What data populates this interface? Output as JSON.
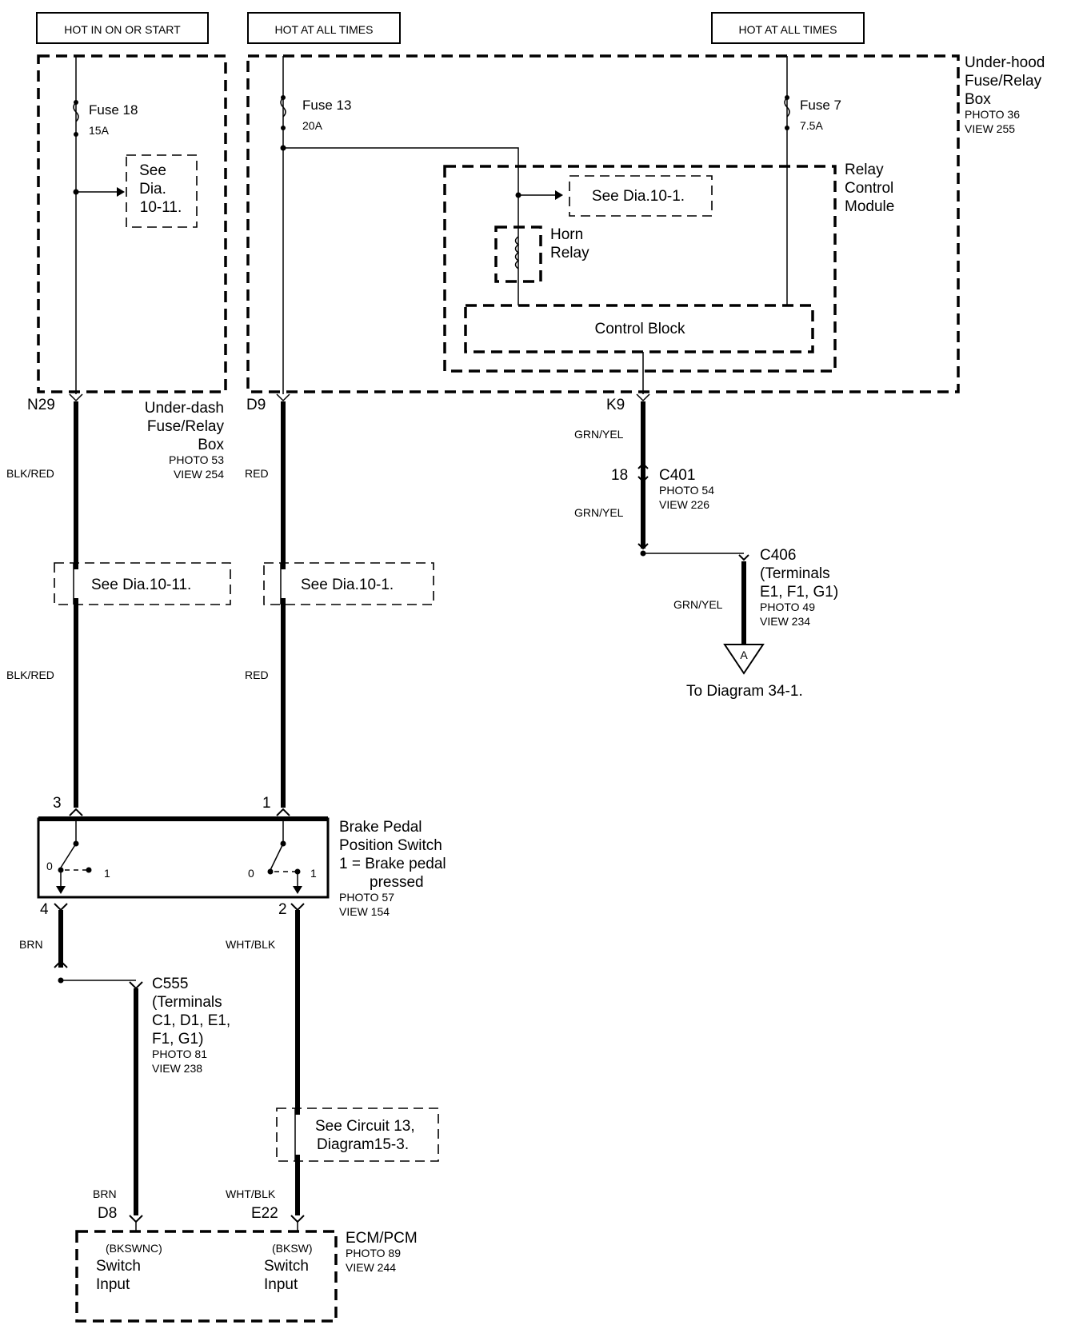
{
  "headers": {
    "hot_run_start": "HOT IN ON OR START",
    "hot_always_1": "HOT AT ALL TIMES",
    "hot_always_2": "HOT AT ALL TIMES"
  },
  "underhood_box": {
    "title_1": "Under-hood",
    "title_2": "Fuse/Relay",
    "title_3": "Box",
    "photo": "PHOTO 36",
    "view": "VIEW 255"
  },
  "fuse18": {
    "name": "Fuse 18",
    "rating": "15A"
  },
  "fuse13": {
    "name": "Fuse 13",
    "rating": "20A"
  },
  "fuse7": {
    "name": "Fuse 7",
    "rating": "7.5A"
  },
  "see_dia_10_11_top": {
    "line1": "See",
    "line2": "Dia.",
    "line3": "10-11."
  },
  "see_dia_10_1_top": "See Dia.10-1.",
  "relay_module": {
    "line1": "Relay",
    "line2": "Control",
    "line3": "Module"
  },
  "horn_relay": {
    "line1": "Horn",
    "line2": "Relay"
  },
  "control_block": "Control Block",
  "underdash_box": {
    "line1": "Under-dash",
    "line2": "Fuse/Relay",
    "line3": "Box",
    "photo": "PHOTO 53",
    "view": "VIEW 254"
  },
  "terminals": {
    "n29": "N29",
    "d9": "D9",
    "k9": "K9"
  },
  "wires": {
    "blk_red_1": "BLK/RED",
    "red_1": "RED",
    "blk_red_2": "BLK/RED",
    "red_2": "RED",
    "grn_yel_1": "GRN/YEL",
    "grn_yel_2": "GRN/YEL",
    "grn_yel_3": "GRN/YEL",
    "brn_1": "BRN",
    "wht_blk_1": "WHT/BLK",
    "brn_2": "BRN",
    "wht_blk_2": "WHT/BLK"
  },
  "c401": {
    "pin": "18",
    "name": "C401",
    "photo": "PHOTO 54",
    "view": "VIEW 226"
  },
  "c406": {
    "name": "C406",
    "line2": "(Terminals",
    "line3": "E1, F1, G1)",
    "photo": "PHOTO 49",
    "view": "VIEW 234"
  },
  "ref_a": {
    "letter": "A",
    "label": "To  Diagram  34-1."
  },
  "see_dia_10_11_mid": "See Dia.10-11.",
  "see_dia_10_1_mid": "See Dia.10-1.",
  "brake_switch": {
    "pin3": "3",
    "pin1": "1",
    "pin4": "4",
    "pin2": "2",
    "pos0a": "0",
    "pos1a": "1",
    "pos0b": "0",
    "pos1b": "1",
    "line1": "Brake Pedal",
    "line2": "Position Switch",
    "line3": "1 = Brake pedal",
    "line4": "pressed",
    "photo": "PHOTO 57",
    "view": "VIEW 154"
  },
  "c555": {
    "name": "C555",
    "line2": "(Terminals",
    "line3": "C1, D1, E1,",
    "line4": "F1, G1)",
    "photo": "PHOTO 81",
    "view": "VIEW 238"
  },
  "see_circuit": {
    "line1": "See Circuit 13,",
    "line2": "Diagram15-3."
  },
  "ecm": {
    "pin_d8": "D8",
    "pin_e22": "E22",
    "title": "ECM/PCM",
    "photo": "PHOTO 89",
    "view": "VIEW 244",
    "bkswnc": "(BKSWNC)",
    "sw1_l1": "Switch",
    "sw1_l2": "Input",
    "bksw": "(BKSW)",
    "sw2_l1": "Switch",
    "sw2_l2": "Input"
  }
}
